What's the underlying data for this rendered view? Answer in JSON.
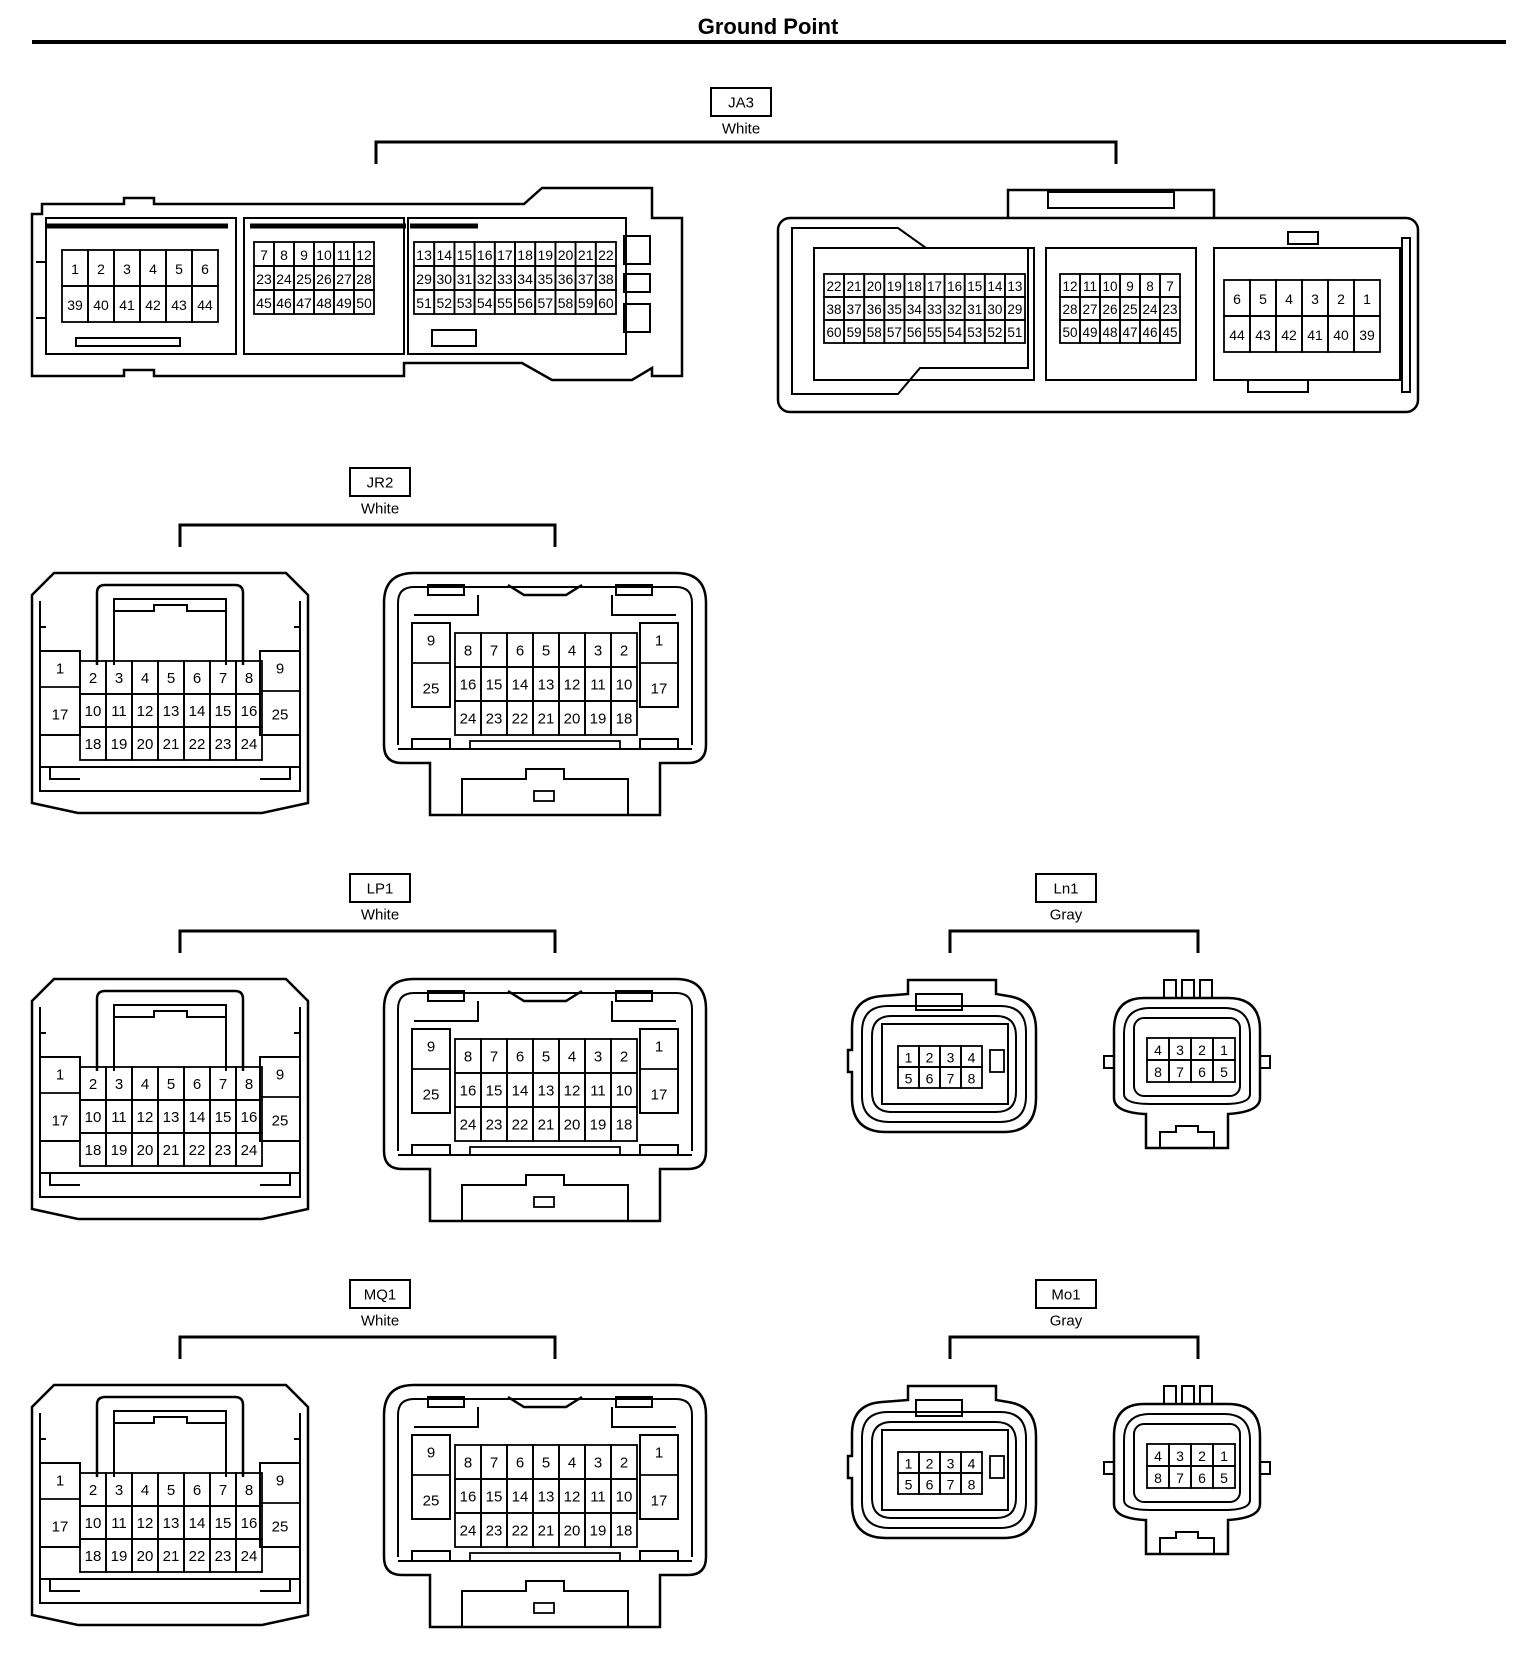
{
  "page": {
    "title": "Ground Point"
  },
  "connectors": {
    "JA3": {
      "code": "JA3",
      "color": "White",
      "female": {
        "blocks": [
          [
            [
              "1",
              "2",
              "3",
              "4",
              "5",
              "6"
            ],
            [
              "39",
              "40",
              "41",
              "42",
              "43",
              "44"
            ]
          ],
          [
            [
              "7",
              "8",
              "9",
              "10",
              "11",
              "12"
            ],
            [
              "23",
              "24",
              "25",
              "26",
              "27",
              "28"
            ],
            [
              "45",
              "46",
              "47",
              "48",
              "49",
              "50"
            ]
          ],
          [
            [
              "13",
              "14",
              "15",
              "16",
              "17",
              "18",
              "19",
              "20",
              "21",
              "22"
            ],
            [
              "29",
              "30",
              "31",
              "32",
              "33",
              "34",
              "35",
              "36",
              "37",
              "38"
            ],
            [
              "51",
              "52",
              "53",
              "54",
              "55",
              "56",
              "57",
              "58",
              "59",
              "60"
            ]
          ]
        ]
      },
      "male": {
        "blocks": [
          [
            [
              "22",
              "21",
              "20",
              "19",
              "18",
              "17",
              "16",
              "15",
              "14",
              "13"
            ],
            [
              "38",
              "37",
              "36",
              "35",
              "34",
              "33",
              "32",
              "31",
              "30",
              "29"
            ],
            [
              "60",
              "59",
              "58",
              "57",
              "56",
              "55",
              "54",
              "53",
              "52",
              "51"
            ]
          ],
          [
            [
              "12",
              "11",
              "10",
              "9",
              "8",
              "7"
            ],
            [
              "28",
              "27",
              "26",
              "25",
              "24",
              "23"
            ],
            [
              "50",
              "49",
              "48",
              "47",
              "46",
              "45"
            ]
          ],
          [
            [
              "6",
              "5",
              "4",
              "3",
              "2",
              "1"
            ],
            [
              "44",
              "43",
              "42",
              "41",
              "40",
              "39"
            ]
          ]
        ]
      }
    },
    "JR2": {
      "code": "JR2",
      "color": "White"
    },
    "LP1": {
      "code": "LP1",
      "color": "White"
    },
    "MQ1": {
      "code": "MQ1",
      "color": "White"
    },
    "Ln1": {
      "code": "Ln1",
      "color": "Gray"
    },
    "Mo1": {
      "code": "Mo1",
      "color": "Gray"
    }
  },
  "pin_layouts": {
    "p25_female": {
      "left": [
        "1",
        "17"
      ],
      "right": [
        "9",
        "25"
      ],
      "rows": [
        [
          "2",
          "3",
          "4",
          "5",
          "6",
          "7",
          "8"
        ],
        [
          "10",
          "11",
          "12",
          "13",
          "14",
          "15",
          "16"
        ],
        [
          "18",
          "19",
          "20",
          "21",
          "22",
          "23",
          "24"
        ]
      ]
    },
    "p25_male": {
      "left": [
        "9",
        "25"
      ],
      "right": [
        "1",
        "17"
      ],
      "rows": [
        [
          "8",
          "7",
          "6",
          "5",
          "4",
          "3",
          "2"
        ],
        [
          "16",
          "15",
          "14",
          "13",
          "12",
          "11",
          "10"
        ],
        [
          "24",
          "23",
          "22",
          "21",
          "20",
          "19",
          "18"
        ]
      ]
    },
    "p8_female": {
      "rows": [
        [
          "1",
          "2",
          "3",
          "4"
        ],
        [
          "5",
          "6",
          "7",
          "8"
        ]
      ]
    },
    "p8_male": {
      "rows": [
        [
          "4",
          "3",
          "2",
          "1"
        ],
        [
          "8",
          "7",
          "6",
          "5"
        ]
      ]
    }
  }
}
